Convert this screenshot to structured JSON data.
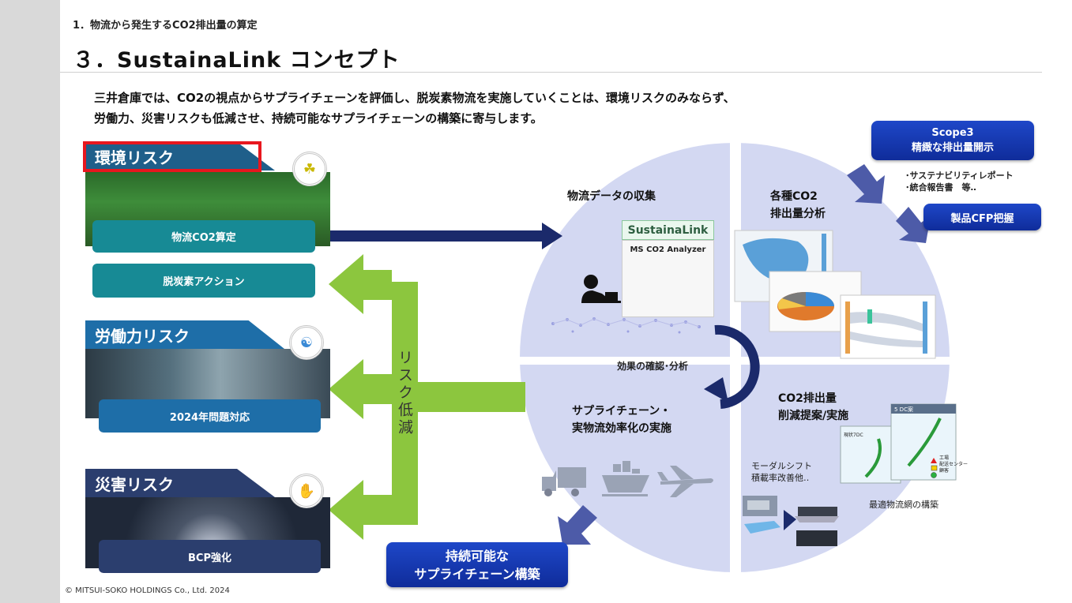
{
  "header": {
    "breadcrumb": "1．物流から発生するCO2排出量の算定",
    "title": "３．SustainaLink コンセプト"
  },
  "intro": {
    "line1": "三井倉庫では、CO2の視点からサプライチェーンを評価し、脱炭素物流を実施していくことは、環境リスクのみならず、",
    "line2": "労働力、災害リスクも低減させ、持続可能なサプライチェーンの構築に寄与します。"
  },
  "risks": {
    "environment": {
      "title": "環境リスク",
      "action1": "物流CO2算定",
      "action2": "脱炭素アクション"
    },
    "labor": {
      "title": "労働力リスク",
      "action": "2024年問題対応"
    },
    "disaster": {
      "title": "災害リスク",
      "action": "BCP強化"
    }
  },
  "risk_reduction_label": "リスク低減",
  "circle": {
    "collect": "物流データの収集",
    "logo_text": "SustainaLink",
    "analyzer": "MS CO2 Analyzer",
    "analysis_line1": "各種CO2",
    "analysis_line2": "排出量分析",
    "review": "効果の確認･分析",
    "reduction_line1": "CO2排出量",
    "reduction_line2": "削減提案/実施",
    "modal_line1": "モーダルシフト",
    "modal_line2": "積載率改善他‥",
    "network": "最適物流網の構築",
    "network_map_title": "5 DC案",
    "network_map_small": "現状7DC",
    "network_legend": [
      "工場",
      "配送センター",
      "顧客"
    ],
    "supply_line1": "サプライチェーン・",
    "supply_line2": "実物流効率化の実施"
  },
  "right": {
    "scope3_line1": "Scope3",
    "scope3_line2": "精緻な排出量開示",
    "report1": "･サステナビリティレポート",
    "report2": "･統合報告書　等‥",
    "cfp": "製品CFP把握"
  },
  "sustainable": {
    "line1": "持続可能な",
    "line2": "サプライチェーン構築"
  },
  "footer": "© MITSUI-SOKO  HOLDINGS Co., Ltd. 2024",
  "colors": {
    "accent_green": "#8cc63e",
    "teal": "#178a95",
    "navy": "#1b2a6b",
    "circle": "#d3d8f2",
    "highlight_red": "#e8171e",
    "button_blue": "#1e47c8"
  },
  "icons": [
    "person-at-computer-icon",
    "desktop-computer-icon",
    "truck-icon",
    "ship-icon",
    "airplane-icon",
    "cycle-arrow-icon"
  ]
}
